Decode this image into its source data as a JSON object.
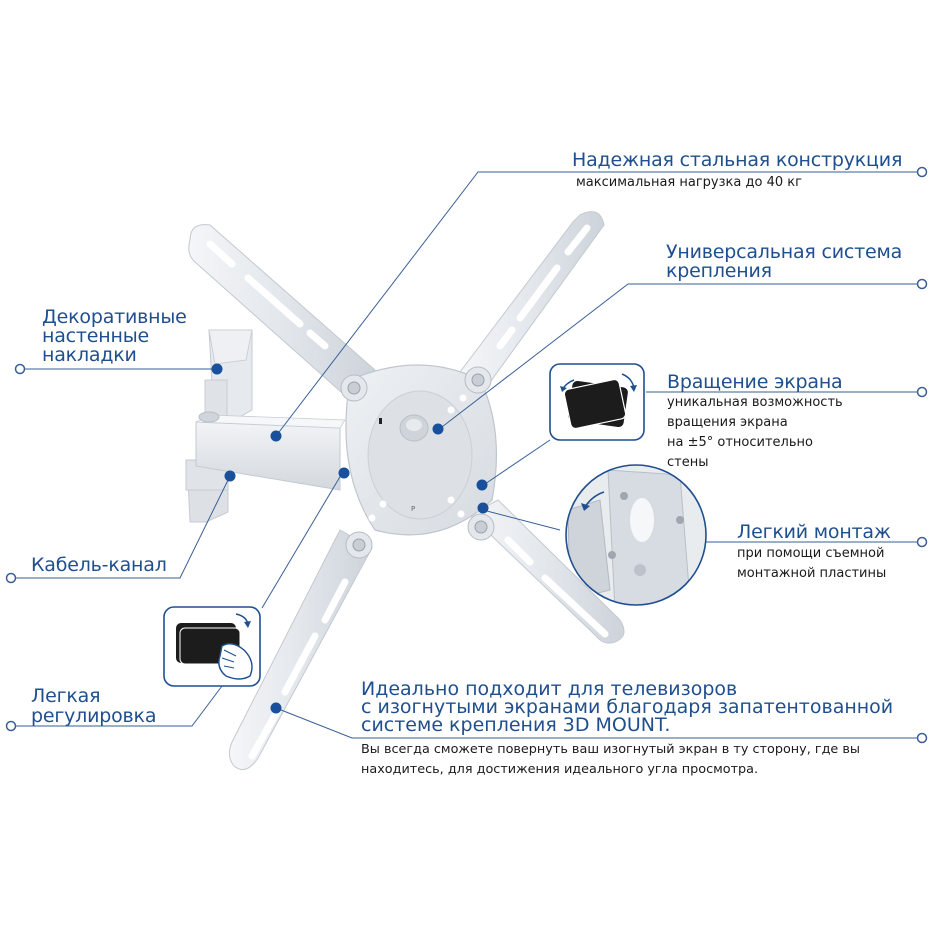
{
  "colors": {
    "accent": "#1f4f8f",
    "leader_line": "#3a5f95",
    "marker_dot": "#1a4f9c",
    "text_dark": "#1a1a1a",
    "bracket_white": "#e8ecf1",
    "bracket_shadow": "#c9ced6"
  },
  "callouts": {
    "steel": {
      "title": "Надежная стальная конструкция",
      "subtitle": "максимальная нагрузка до 40 кг"
    },
    "universal": {
      "title_line1": "Универсальная система",
      "title_line2": "крепления"
    },
    "rotation": {
      "title": "Вращение экрана",
      "lines": [
        "уникальная возможность",
        "вращения экрана",
        "на ±5° относительно",
        "стены"
      ],
      "icon": "rotate-screen-icon"
    },
    "mounting": {
      "title": "Легкий монтаж",
      "lines": [
        "при помощи съемной",
        "монтажной пластины"
      ],
      "icon": "mounting-plate-detail-photo"
    },
    "covers": {
      "title_lines": [
        "Декоративные",
        "настенные",
        "накладки"
      ]
    },
    "cable": {
      "title": "Кабель-канал"
    },
    "adjust": {
      "title_lines": [
        "Легкая",
        "регулировка"
      ],
      "icon": "hand-adjust-screen-icon"
    },
    "curved": {
      "title_lines": [
        "Идеально подходит для телевизоров",
        "с изогнутыми экранами благодаря запатентованной",
        "системе крепления 3D MOUNT."
      ],
      "lines": [
        "Вы всегда сможете повернуть ваш изогнутый экран в ту сторону, где вы",
        "находитесь, для достижения идеального угла просмотра."
      ]
    }
  }
}
